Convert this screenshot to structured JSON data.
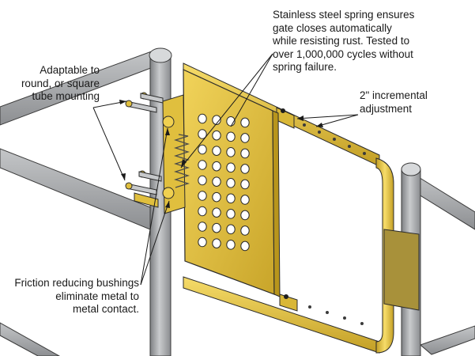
{
  "callouts": {
    "spring": {
      "lines": [
        "Stainless steel spring ensures",
        "gate closes automatically",
        "while resisting rust. Tested to",
        "over 1,000,000 cycles without",
        "spring failure."
      ]
    },
    "mounting": {
      "lines": [
        "Adaptable to",
        "round, or square",
        "tube mounting"
      ]
    },
    "adjustment": {
      "lines": [
        "2\" incremental",
        "adjustment"
      ]
    },
    "bushings": {
      "lines": [
        "Friction reducing bushings",
        "eliminate metal to",
        "metal contact."
      ]
    }
  },
  "colors": {
    "gate_yellow": "#e8c53a",
    "gate_yellow_dark": "#b8951c",
    "rail_gray": "#a7a9ac",
    "rail_dark": "#5c5e60",
    "plate_olive": "#a8913a",
    "outline": "#2a2a2a"
  }
}
